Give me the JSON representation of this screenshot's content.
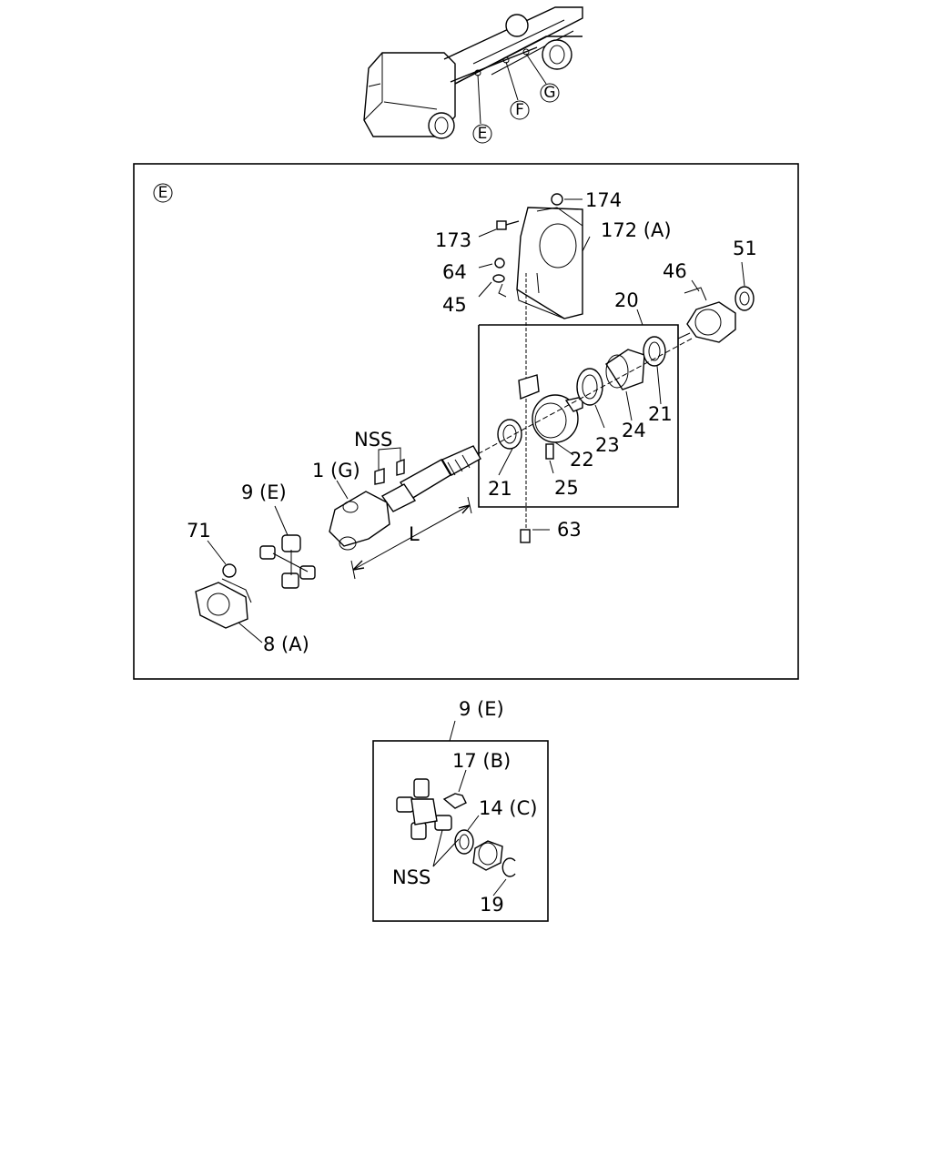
{
  "overview": {
    "markers": [
      "E",
      "F",
      "G"
    ]
  },
  "main_view": {
    "marker": "E",
    "labels": {
      "p174": "174",
      "p173": "173",
      "p172": "172 (A)",
      "p64": "64",
      "p45": "45",
      "p51": "51",
      "p46": "46",
      "p20": "20",
      "p21a": "21",
      "p21b": "21",
      "p24": "24",
      "p23": "23",
      "p22": "22",
      "p25": "25",
      "p63": "63",
      "nss": "NSS",
      "p1": "1 (G)",
      "p9": "9 (E)",
      "p71": "71",
      "p8": "8 (A)",
      "dimL": "L"
    }
  },
  "detail_view": {
    "title": "9 (E)",
    "labels": {
      "p17": "17 (B)",
      "p14": "14 (C)",
      "nss": "NSS",
      "p19": "19"
    }
  }
}
